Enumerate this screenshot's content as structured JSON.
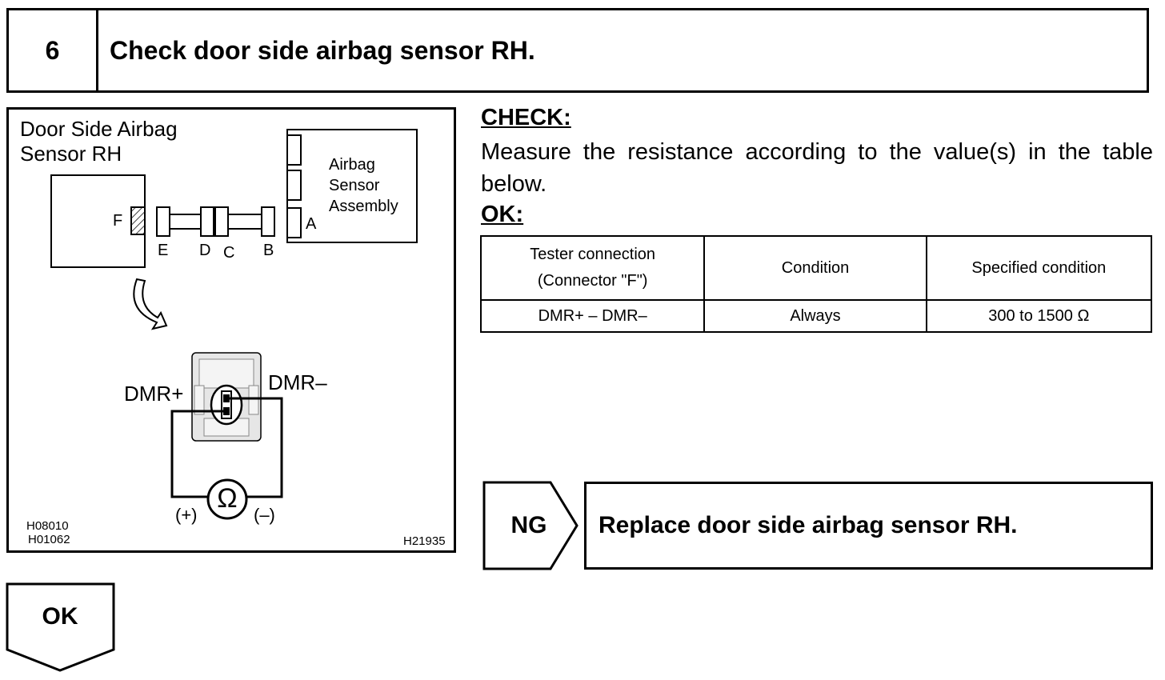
{
  "step": {
    "number": "6",
    "title": "Check door side airbag sensor RH."
  },
  "figure": {
    "title_line1": "Door Side Airbag",
    "title_line2": "Sensor RH",
    "assembly_line1": "Airbag",
    "assembly_line2": "Sensor",
    "assembly_line3": "Assembly",
    "connectors": {
      "f": "F",
      "e": "E",
      "d": "D",
      "c": "C",
      "b": "B",
      "a": "A"
    },
    "terminal_plus": "DMR+",
    "terminal_minus": "DMR–",
    "ohm_symbol": "Ω",
    "probe_plus": "(+)",
    "probe_minus": "(–)",
    "code_1": "H08010",
    "code_2": "H01062",
    "code_3": "H21935"
  },
  "check": {
    "heading": "CHECK:",
    "text": "Measure the resistance according to the value(s) in the table below."
  },
  "ok_heading": "OK:",
  "table": {
    "headers": {
      "tester_line1": "Tester connection",
      "tester_line2": "(Connector \"F\")",
      "condition": "Condition",
      "specified": "Specified condition"
    },
    "rows": [
      {
        "tester": "DMR+ – DMR–",
        "condition": "Always",
        "specified": "300 to 1500 Ω"
      }
    ]
  },
  "ng": {
    "label": "NG",
    "action": "Replace door side airbag sensor RH."
  },
  "ok": {
    "label": "OK"
  }
}
